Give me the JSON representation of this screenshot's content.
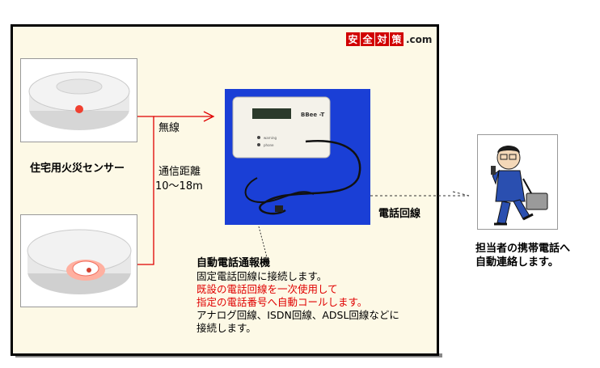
{
  "logo": {
    "chars": [
      "安",
      "全",
      "対",
      "策"
    ],
    "domain": ".com"
  },
  "sensor_label": "住宅用火災センサー",
  "wireless_label": "無線",
  "distance_label": "通信距離",
  "distance_value": "10～18m",
  "device_brand": "BBee -T",
  "device_leds": [
    "warning",
    "phone"
  ],
  "line_label": "電話回線",
  "device_title": "自動電話通報機",
  "device_desc": [
    {
      "text": "固定電話回線に接続します。",
      "color": "#000000"
    },
    {
      "text": "既設の電話回線を一次使用して",
      "color": "#e00000"
    },
    {
      "text": "指定の電話番号へ自動コールします。",
      "color": "#e00000"
    },
    {
      "text": "アナログ回線、ISDN回線、ADSL回線などに",
      "color": "#000000"
    },
    {
      "text": "接続します。",
      "color": "#000000"
    }
  ],
  "person_label": [
    "担当者の携帯電話へ",
    "自動連絡します。"
  ],
  "colors": {
    "accent_red": "#e00000",
    "panel_bg": "#fdf9e6",
    "device_bg": "#1a3fd6"
  }
}
